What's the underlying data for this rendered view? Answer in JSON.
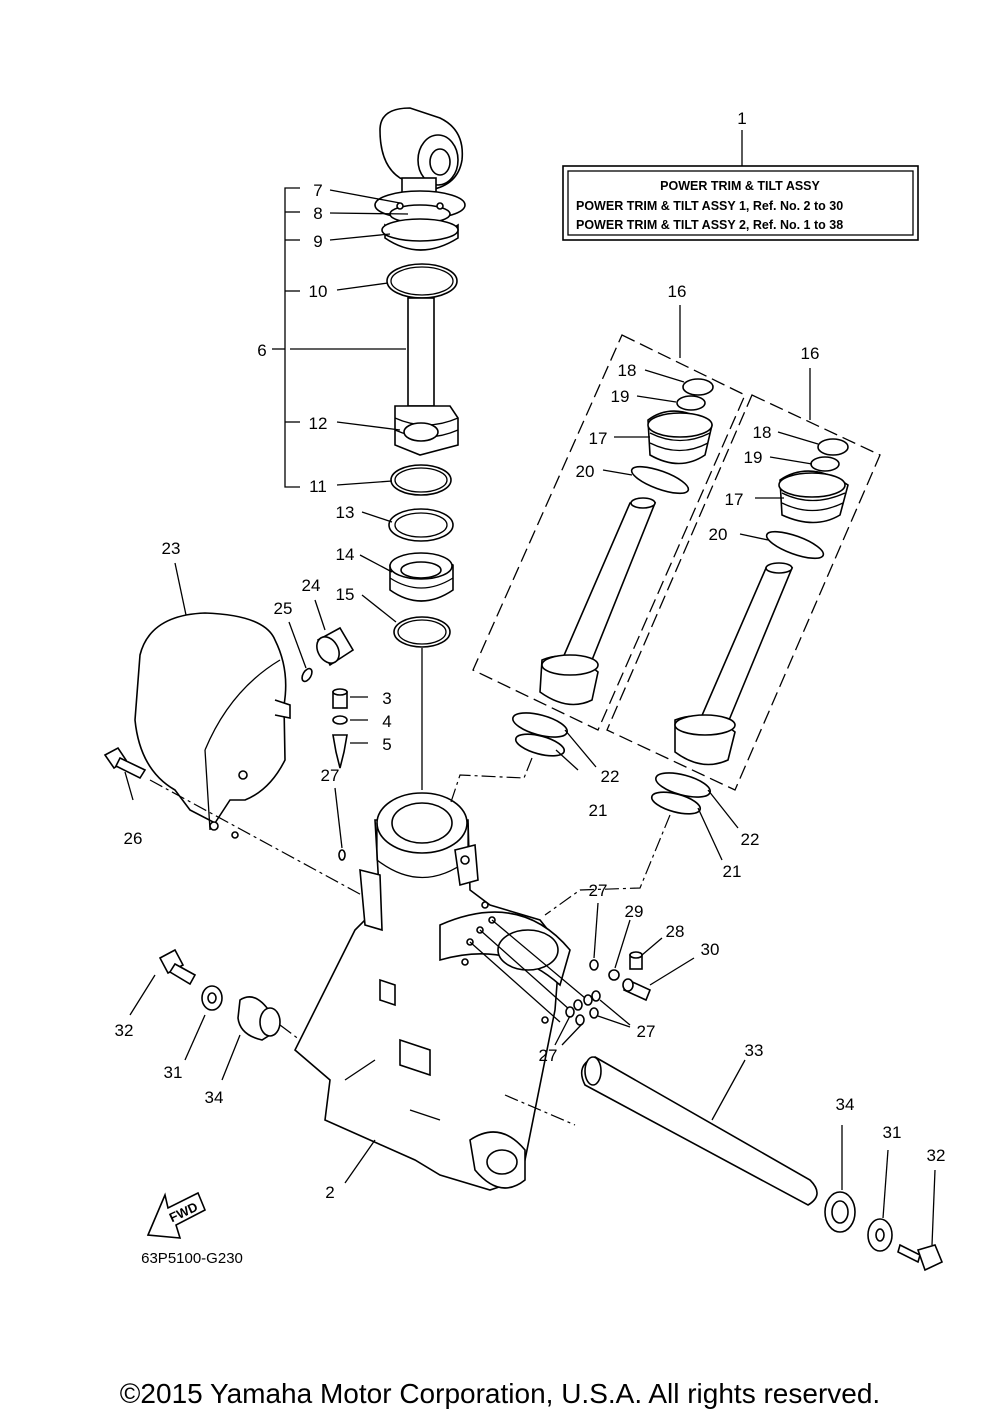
{
  "legend": {
    "ref_number": "1",
    "title": "POWER TRIM & TILT ASSY",
    "line1": "POWER TRIM & TILT ASSY 1,  Ref. No. 2 to 30",
    "line2": "POWER TRIM & TILT ASSY 2,  Ref. No. 1 to 38"
  },
  "callouts": {
    "c7": "7",
    "c8": "8",
    "c9": "9",
    "c10": "10",
    "c6": "6",
    "c12": "12",
    "c11": "11",
    "c13": "13",
    "c14": "14",
    "c15": "15",
    "c23": "23",
    "c24": "24",
    "c25": "25",
    "c3": "3",
    "c4": "4",
    "c5": "5",
    "c26": "26",
    "c27a": "27",
    "c16a": "16",
    "c18a": "18",
    "c19a": "19",
    "c17a": "17",
    "c20a": "20",
    "c16b": "16",
    "c18b": "18",
    "c19b": "19",
    "c17b": "17",
    "c20b": "20",
    "c22a": "22",
    "c21a": "21",
    "c22b": "22",
    "c21b": "21",
    "c27b": "27",
    "c29": "29",
    "c28": "28",
    "c30": "30",
    "c27c": "27",
    "c27d": "27",
    "c32a": "32",
    "c31a": "31",
    "c34a": "34",
    "c33": "33",
    "c34b": "34",
    "c31b": "31",
    "c32b": "32",
    "c2": "2"
  },
  "fwd_label": "FWD",
  "drawing_code": "63P5100-G230",
  "copyright": "©2015 Yamaha Motor Corporation, U.S.A. All rights reserved."
}
